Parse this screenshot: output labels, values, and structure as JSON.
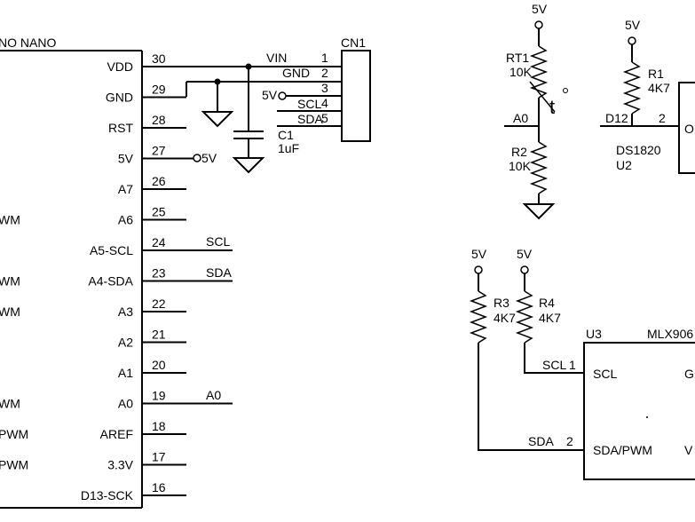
{
  "arduino": {
    "title": "NO NANO",
    "pins": [
      {
        "name": "VDD",
        "num": "30",
        "left": ""
      },
      {
        "name": "GND",
        "num": "29",
        "left": ""
      },
      {
        "name": "RST",
        "num": "28",
        "left": ""
      },
      {
        "name": "5V",
        "num": "27",
        "left": ""
      },
      {
        "name": "A7",
        "num": "26",
        "left": ""
      },
      {
        "name": "A6",
        "num": "25",
        "left": "WM"
      },
      {
        "name": "A5-SCL",
        "num": "24",
        "left": ""
      },
      {
        "name": "A4-SDA",
        "num": "23",
        "left": "WM"
      },
      {
        "name": "A3",
        "num": "22",
        "left": "WM"
      },
      {
        "name": "A2",
        "num": "21",
        "left": ""
      },
      {
        "name": "A1",
        "num": "20",
        "left": ""
      },
      {
        "name": "A0",
        "num": "19",
        "left": "WM"
      },
      {
        "name": "AREF",
        "num": "18",
        "left": "PWM"
      },
      {
        "name": "3.3V",
        "num": "17",
        "left": "PWM"
      },
      {
        "name": "D13-SCK",
        "num": "16",
        "left": ""
      }
    ],
    "nets": {
      "vin": "VIN",
      "gnd": "GND",
      "five_v": "5V",
      "scl": "SCL",
      "sda": "SDA",
      "a0": "A0"
    }
  },
  "connector": {
    "ref": "CN1",
    "pins": [
      {
        "num": "1",
        "net": "VIN"
      },
      {
        "num": "2",
        "net": "GND"
      },
      {
        "num": "3",
        "net": "5V"
      },
      {
        "num": "4",
        "net": "SCL"
      },
      {
        "num": "5",
        "net": "SDA"
      }
    ]
  },
  "c1": {
    "ref": "C1",
    "value": "1uF"
  },
  "thermistor": {
    "supply": "5V",
    "rt1_ref": "RT1",
    "rt1_value": "10K",
    "temp_symbol": "t",
    "node": "A0",
    "r2_ref": "R2",
    "r2_value": "10K"
  },
  "ds1820": {
    "supply": "5V",
    "r1_ref": "R1",
    "r1_value": "4K7",
    "net": "D12",
    "pin": "2",
    "part": "DS1820",
    "ref": "U2",
    "pin_label": "O"
  },
  "mlx": {
    "supply_a": "5V",
    "supply_b": "5V",
    "r3_ref": "R3",
    "r3_value": "4K7",
    "r4_ref": "R4",
    "r4_value": "4K7",
    "ref": "U3",
    "part": "MLX906",
    "scl_net": "SCL",
    "scl_pin": "1",
    "sda_net": "SDA",
    "sda_pin": "2",
    "pin_scl": "SCL",
    "pin_sda": "SDA/PWM",
    "right_top": "G",
    "right_bottom": "V"
  }
}
